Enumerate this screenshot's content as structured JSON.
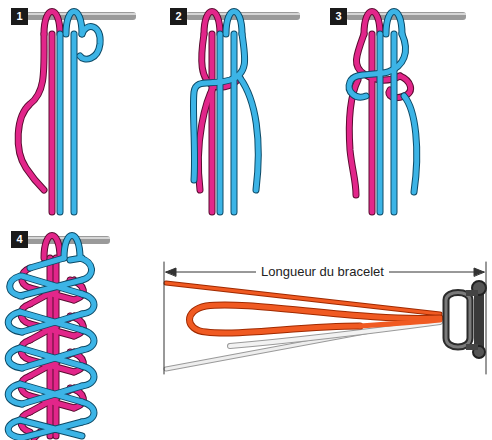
{
  "diagram": {
    "nodes": [
      {
        "text": [
          "1"
        ]
      },
      {
        "text": [
          "2"
        ]
      },
      {
        "text": [
          "3"
        ]
      },
      {
        "text": [
          "4"
        ]
      }
    ],
    "labels": [
      "Longueur du bracelet"
    ]
  }
}
